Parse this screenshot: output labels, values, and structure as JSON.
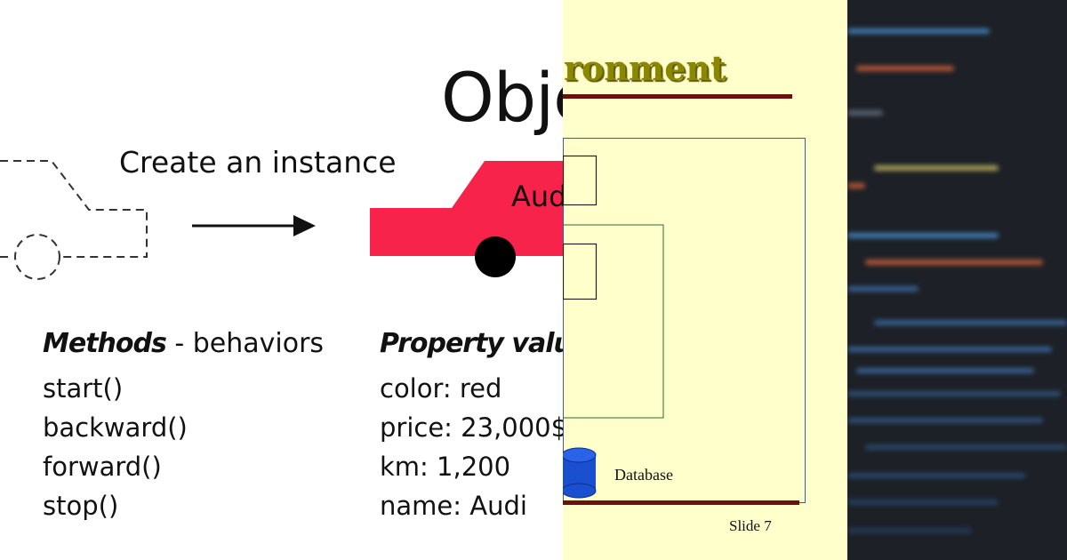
{
  "left_panel": {
    "heading": "Obje",
    "arrow_caption": "Create an instance",
    "car_brand": "Aud",
    "methods_heading_bold": "Methods",
    "methods_heading_rest": " - behaviors",
    "methods": [
      "start()",
      "backward()",
      "forward()",
      "stop()"
    ],
    "properties_heading": "Property values",
    "properties": [
      "color: red",
      "price: 23,000$",
      "km: 1,200",
      "name: Audi"
    ],
    "car_color": "#f7234b"
  },
  "middle_panel": {
    "title": "ronment",
    "database_label": "Database",
    "slide_label": "Slide 7",
    "background_color": "#ffffcc",
    "accent_color": "#6b0f0f"
  },
  "right_panel": {
    "background_color": "#1d2127",
    "description": "blurred code editor"
  }
}
